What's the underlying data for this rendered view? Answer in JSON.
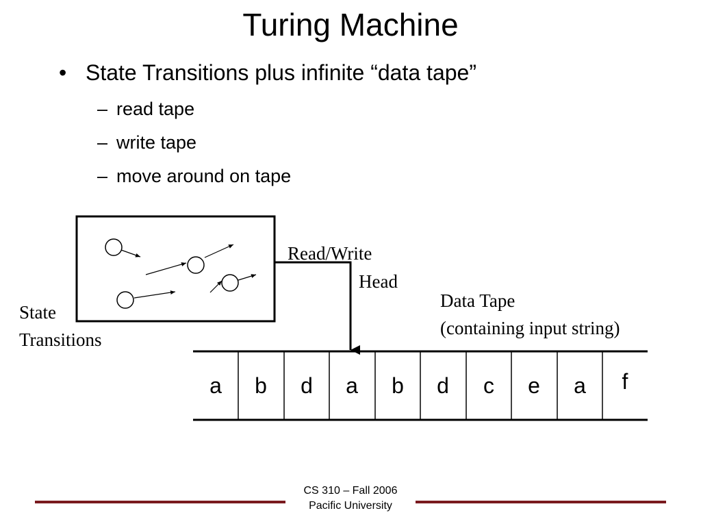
{
  "title": "Turing Machine",
  "bullets": {
    "main": "State Transitions plus infinite “data tape”",
    "bullet_symbol": "•",
    "sub_symbol": "–",
    "sub": [
      "read tape",
      "write tape",
      "move around on tape"
    ]
  },
  "diagram": {
    "state_label_line1": "State",
    "state_label_line2": "Transitions",
    "head_label_line1": "Read/Write",
    "head_label_line2": "Head",
    "tape_label_line1": "Data Tape",
    "tape_label_line2": "(containing input string)",
    "tape_cells": [
      "a",
      "b",
      "d",
      "a",
      "b",
      "d",
      "c",
      "e",
      "a",
      "f"
    ]
  },
  "footer": {
    "line1": "CS 310 – Fall 2006",
    "line2": "Pacific University"
  },
  "colors": {
    "footer_rule": "#7a1a1f"
  }
}
